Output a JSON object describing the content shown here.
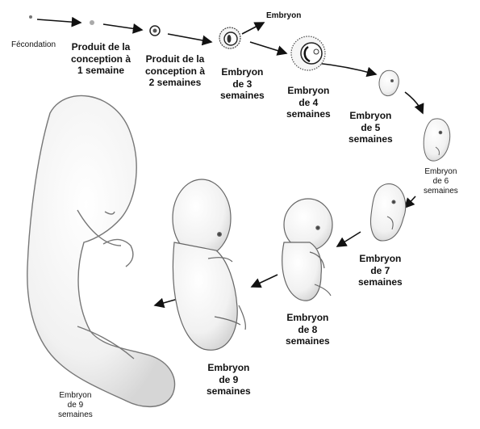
{
  "diagram": {
    "stages": [
      {
        "id": "fecondation",
        "lines": [
          "Fécondation"
        ]
      },
      {
        "id": "conception-1",
        "lines": [
          "Produit de la",
          "conception à",
          "1 semaine"
        ]
      },
      {
        "id": "conception-2",
        "lines": [
          "Produit de la",
          "conception à",
          "2 semaines"
        ]
      },
      {
        "id": "embryon-3",
        "lines": [
          "Embryon",
          "de 3",
          "semaines"
        ]
      },
      {
        "id": "embryon-4",
        "lines": [
          "Embryon",
          "de 4",
          "semaines"
        ]
      },
      {
        "id": "embryon-5",
        "lines": [
          "Embryon",
          "de 5",
          "semaines"
        ]
      },
      {
        "id": "embryon-6",
        "lines": [
          "Embryon",
          "de 6",
          "semaines"
        ]
      },
      {
        "id": "embryon-7",
        "lines": [
          "Embryon",
          "de 7",
          "semaines"
        ]
      },
      {
        "id": "embryon-8",
        "lines": [
          "Embryon",
          "de 8",
          "semaines"
        ]
      },
      {
        "id": "embryon-9a",
        "lines": [
          "Embryon",
          "de 9",
          "semaines"
        ]
      },
      {
        "id": "embryon-9b",
        "lines": [
          "Embryon",
          "de 9",
          "semaines"
        ]
      }
    ],
    "callout": "Embryon"
  }
}
